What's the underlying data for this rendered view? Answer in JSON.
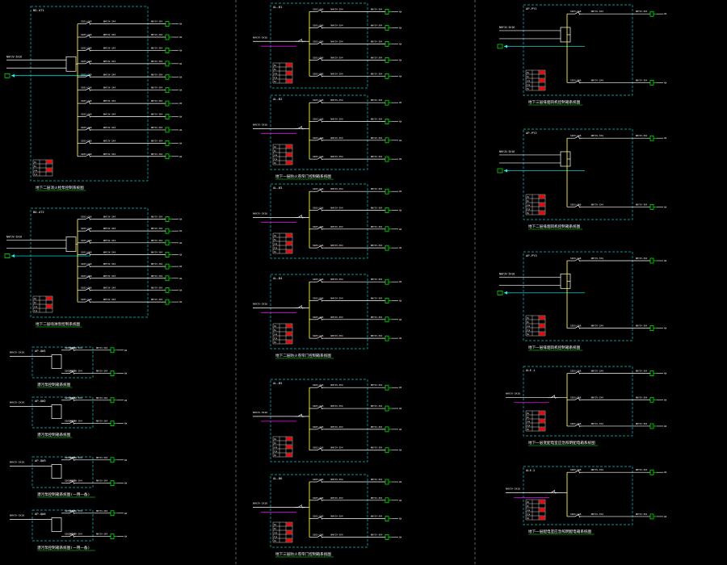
{
  "colors": {
    "background": "#000000",
    "frame": "#00c8c8",
    "wire": "#ffffff",
    "bus": "#ffff00",
    "label_yellow": "#ffff00",
    "label_cyan": "#00ffff",
    "terminal": "#00ff00",
    "caption_green": "#00ff00",
    "table_red": "#ff0000",
    "feeder_magenta": "#ff00ff",
    "sheet_divider": "#a0a0a0"
  },
  "panels": [
    {
      "id": "c1p1",
      "column": 1,
      "feeders": 11,
      "style": "ats",
      "caption": "地下二层消火栓泵控制系统图",
      "source": "BD-AT1",
      "bus_label": "母线"
    },
    {
      "id": "c1p2",
      "column": 1,
      "feeders": 8,
      "style": "ats",
      "caption": "地下二层喷淋泵控制系统图",
      "source": "BD-AT2",
      "bus_label": "母线"
    },
    {
      "id": "c1p3",
      "column": 1,
      "feeders": 2,
      "style": "small",
      "caption": "潜污泵控制箱系统图",
      "source": "AP-QW1"
    },
    {
      "id": "c1p4",
      "column": 1,
      "feeders": 2,
      "style": "small",
      "caption": "潜污泵控制箱系统图",
      "source": "AP-QW2"
    },
    {
      "id": "c1p5",
      "column": 1,
      "feeders": 2,
      "style": "small",
      "caption": "潜污泵控制箱系统图(一用一备)",
      "source": "AP-QW3"
    },
    {
      "id": "c1p6",
      "column": 1,
      "feeders": 2,
      "style": "small",
      "caption": "潜污泵控制箱系统图(一用一备)",
      "source": "AP-QW4"
    },
    {
      "id": "c2p1",
      "column": 2,
      "feeders": 5,
      "style": "single",
      "caption": "",
      "source": "AL-B1"
    },
    {
      "id": "c2p2",
      "column": 2,
      "feeders": 4,
      "style": "single",
      "caption": "地下一层防火卷帘门控制箱系统图",
      "source": "AL-B2"
    },
    {
      "id": "c2p3",
      "column": 2,
      "feeders": 4,
      "style": "single",
      "caption": "",
      "source": "AL-B3"
    },
    {
      "id": "c2p4",
      "column": 2,
      "feeders": 4,
      "style": "single",
      "caption": "地下二层防火卷帘门控制箱系统图",
      "source": "AL-B4"
    },
    {
      "id": "c2p5",
      "column": 2,
      "feeders": 4,
      "style": "single",
      "caption": "",
      "source": "AL-B5"
    },
    {
      "id": "c2p6",
      "column": 2,
      "feeders": 4,
      "style": "single",
      "caption": "地下三层防火卷帘门控制箱系统图",
      "source": "AL-B6"
    },
    {
      "id": "c3p1",
      "column": 3,
      "feeders": 2,
      "style": "fan",
      "caption": "地下三层排烟风机控制箱系统图",
      "source": "AP-PY1"
    },
    {
      "id": "c3p2",
      "column": 3,
      "feeders": 2,
      "style": "fan",
      "caption": "地下二层排烟风机控制箱系统图",
      "source": "AP-PY2"
    },
    {
      "id": "c3p3",
      "column": 3,
      "feeders": 2,
      "style": "fan",
      "caption": "地下一层排烟风机控制箱系统图",
      "source": "AP-PY3"
    },
    {
      "id": "c3p4",
      "column": 3,
      "feeders": 3,
      "style": "dist",
      "caption": "地下一层变配电室应急照明配电箱系统图",
      "source": "ALE-1"
    },
    {
      "id": "c3p5",
      "column": 3,
      "feeders": 2,
      "style": "dist",
      "caption": "地下一层配电室应急照明配电箱系统图",
      "source": "ALE-2"
    }
  ],
  "generic_labels": {
    "feeder_breaker": "S203-C16",
    "feeder_cable": "NHYJV-3X4",
    "incoming_cable": "NHYJV-5X16",
    "kw": "kW",
    "table_header": [
      "Pe",
      "Kx",
      "cos",
      "Ijs"
    ]
  }
}
